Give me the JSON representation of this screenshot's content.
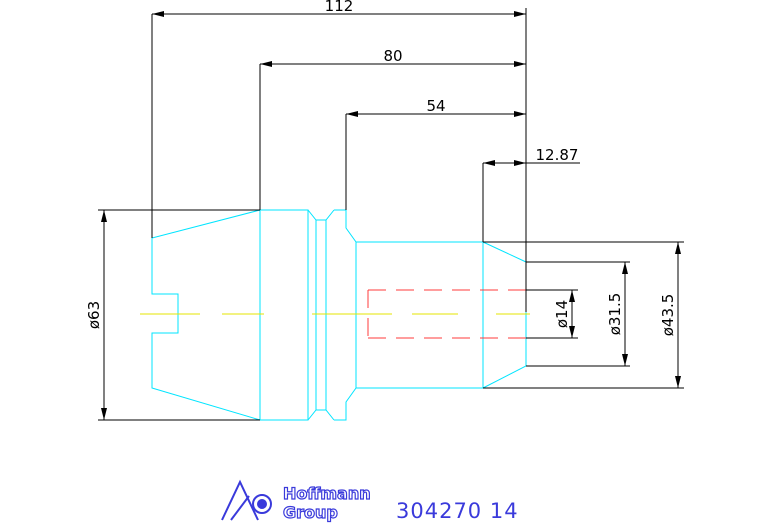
{
  "drawing": {
    "dimensions": {
      "length_total": "112",
      "length_80": "80",
      "length_54": "54",
      "length_12_87": "12.87",
      "dia_63": "ø63",
      "dia_14": "ø14",
      "dia_31_5": "ø31.5",
      "dia_43_5": "ø43.5"
    },
    "colors": {
      "dimension": "#000000",
      "part_outline": "#00e5ff",
      "hidden_bore": "#ff3b3b",
      "center_line": "#e6e600",
      "logo": "#3a3adb"
    }
  },
  "title_block": {
    "logo_line1": "Hoffmann",
    "logo_line2": "Group",
    "part_number": "304270 14"
  }
}
